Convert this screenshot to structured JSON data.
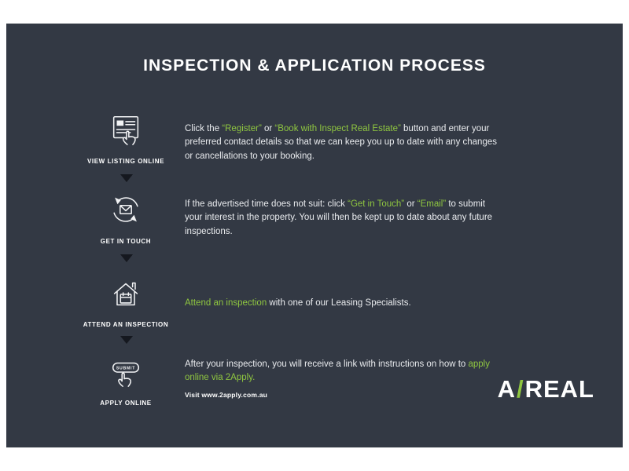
{
  "title": "INSPECTION & APPLICATION PROCESS",
  "colors": {
    "background": "#333944",
    "accent_green": "#8FC640",
    "text": "#E9EBEE",
    "arrow": "#15181F"
  },
  "steps": [
    {
      "label": "VIEW LISTING ONLINE",
      "icon": "listing-click-icon"
    },
    {
      "label": "GET IN TOUCH",
      "icon": "email-refresh-icon"
    },
    {
      "label": "ATTEND AN INSPECTION",
      "icon": "house-calendar-icon"
    },
    {
      "label": "APPLY ONLINE",
      "icon": "submit-button-icon",
      "icon_text": "SUBMIT"
    }
  ],
  "paragraphs": [
    {
      "segments": [
        {
          "text": "Click the ",
          "accent": false
        },
        {
          "text": "“Register”",
          "accent": true
        },
        {
          "text": " or ",
          "accent": false
        },
        {
          "text": "“Book with Inspect Real Estate”",
          "accent": true
        },
        {
          "text": " button and enter your preferred contact details so that we can keep you up to date with any changes or cancellations to your booking.",
          "accent": false
        }
      ]
    },
    {
      "segments": [
        {
          "text": "If the advertised time does not suit: click ",
          "accent": false
        },
        {
          "text": "“Get in Touch”",
          "accent": true
        },
        {
          "text": " or ",
          "accent": false
        },
        {
          "text": "“Email”",
          "accent": true
        },
        {
          "text": " to submit your interest in the property. You will then be kept up to date about any future inspections.",
          "accent": false
        }
      ]
    },
    {
      "segments": [
        {
          "text": "Attend an inspection",
          "accent": true
        },
        {
          "text": " with one of our Leasing Specialists.",
          "accent": false
        }
      ]
    },
    {
      "segments": [
        {
          "text": "After your inspection, you will receive a link with instructions on how to ",
          "accent": false
        },
        {
          "text": "apply online via 2Apply.",
          "accent": true
        }
      ]
    }
  ],
  "note": "Visit www.2apply.com.au",
  "logo": {
    "left": "A",
    "slash": "/",
    "right": "REAL"
  }
}
